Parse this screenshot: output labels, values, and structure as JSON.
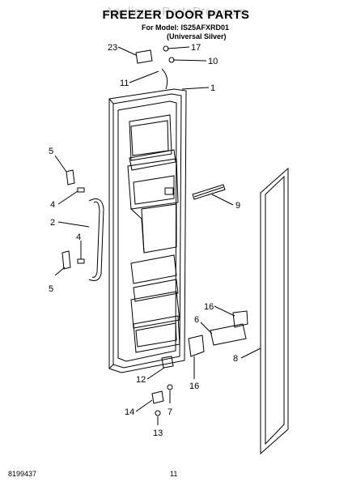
{
  "watermark": "AppliancePartsPros.com",
  "title": "FREEZER DOOR PARTS",
  "model_line": "For Model: IS25AFXRD01",
  "model_variant": "(Universal Silver)",
  "footer_left": "8199437",
  "footer_page": "11",
  "callouts": {
    "c23": "23",
    "c17": "17",
    "c10": "10",
    "c11": "11",
    "c1": "1",
    "c5a": "5",
    "c4a": "4",
    "c2": "2",
    "c4b": "4",
    "c5b": "5",
    "c9": "9",
    "c16a": "16",
    "c6": "6",
    "c8": "8",
    "c16b": "16",
    "c12": "12",
    "c14": "14",
    "c7": "7",
    "c13": "13"
  }
}
